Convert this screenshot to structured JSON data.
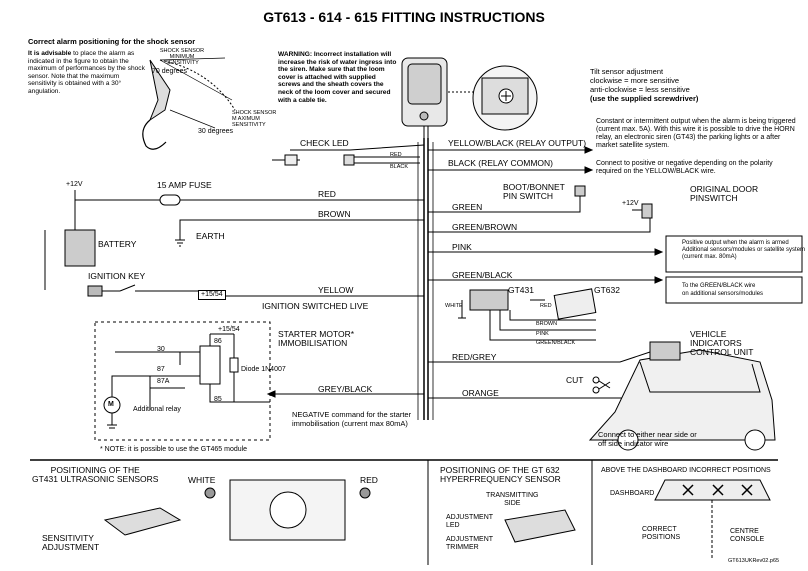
{
  "title": "GT613 - 614 - 615 FITTING INSTRUCTIONS",
  "alarm_section": {
    "heading": "Correct alarm positioning for the shock sensor",
    "lead": "It is advisable",
    "body": " to place the alarm as indicated in the figure to obtain the maximum of performances by the shock sensor. Note that the maximum sensitivity is obtained with a 30° angulation.",
    "label_min": "SHOCK SENSOR MINIMUM SENSITIVITY",
    "label_max": "SHOCK SENSOR M AXIMUM SENSITIVITY",
    "angle_70": "70 degrees",
    "angle_30": "30 degrees"
  },
  "warning": "WARNING: Incorrect installation will increase the risk of water ingress into the siren. Make sure that the loom cover is attached with supplied screws and the sheath covers the neck of the loom cover and secured with a cable tie.",
  "tilt": {
    "line1": "Tilt sensor adjustment",
    "line2": "clockwise = more sensitive",
    "line3": "anti-clockwise = less sensitive",
    "line4": "(use the supplied screwdriver)"
  },
  "check_led": "CHECK LED",
  "led_wire_red": "RED",
  "led_wire_black": "BLACK",
  "wires": {
    "yellow_black": "YELLOW/BLACK (RELAY OUTPUT)",
    "black_common": "BLACK (RELAY COMMON)",
    "red": "RED",
    "brown": "BROWN",
    "green": "GREEN",
    "green_brown": "GREEN/BROWN",
    "pink": "PINK",
    "green_black": "GREEN/BLACK",
    "yellow": "YELLOW",
    "red_grey": "RED/GREY",
    "grey_black": "GREY/BLACK",
    "orange": "ORANGE"
  },
  "relay_output_text": "Constant or intermittent output when the alarm is being triggered (current max. 5A). With this wire it is possible to drive the HORN relay, an electronic siren (GT43) the parking lights or a after market satellite system.",
  "common_text": "Connect to positive or negative depending on the polarity required on the YELLOW/BLACK wire.",
  "plus12v": "+12V",
  "fuse": "15 AMP FUSE",
  "battery": "BATTERY",
  "earth": "EARTH",
  "ignition_key": "IGNITION KEY",
  "ignition_live": "IGNITION SWITCHED LIVE",
  "plus15_54_box": "+15/54",
  "boot_switch": "BOOT/BONNET\nPIN SWITCH",
  "door_switch": "ORIGINAL DOOR\nPINSWITCH",
  "pink_box": "Positive output when the alarm is armed\nAdditional sensors/modules or satellite system\n(current max. 80mA)",
  "gb_box": "To the GREEN/BLACK wire\non additional sensors/modules",
  "gt431": "GT431",
  "gt632": "GT632",
  "module_white": "WHITE",
  "module_red": "RED",
  "mod_brown": "BROWN",
  "mod_pink": "PINK",
  "mod_green_black": "GREEN/BLACK",
  "starter": {
    "plus15_54": "+15/54",
    "title": "STARTER MOTOR*\nIMMOBILISATION",
    "p86": "86",
    "p30": "30",
    "p87": "87",
    "p87a": "87A",
    "p85": "85",
    "diode": "Diode 1N4007",
    "motor": "M",
    "relay": "Additional relay",
    "note": "* NOTE: it is possible to use the GT465 module",
    "negative": "NEGATIVE command for the starter\nimmobilisation (current max 80mA)"
  },
  "cut": "CUT",
  "vehicle_ctrl": "VEHICLE\nINDICATORS\nCONTROL UNIT",
  "connect_either": "Connect to either near side or\noff side indicator wire",
  "bottom_left": {
    "heading": "POSITIONING OF THE\nGT431 ULTRASONIC SENSORS",
    "white": "WHITE",
    "red": "RED",
    "sensitivity": "SENSITIVITY\nADJUSTMENT"
  },
  "bottom_mid": {
    "heading": "POSITIONING OF THE GT 632\nHYPERFREQUENCY SENSOR",
    "transmitting": "TRANSMITTING\nSIDE",
    "adj_led": "ADJUSTMENT\nLED",
    "adj_trimmer": "ADJUSTMENT\nTRIMMER"
  },
  "bottom_right": {
    "heading": "ABOVE THE DASHBOARD INCORRECT POSITIONS",
    "dashboard": "DASHBOARD",
    "correct": "CORRECT\nPOSITIONS",
    "centre": "CENTRE\nCONSOLE",
    "code": "GT613UKRev02.p65"
  }
}
